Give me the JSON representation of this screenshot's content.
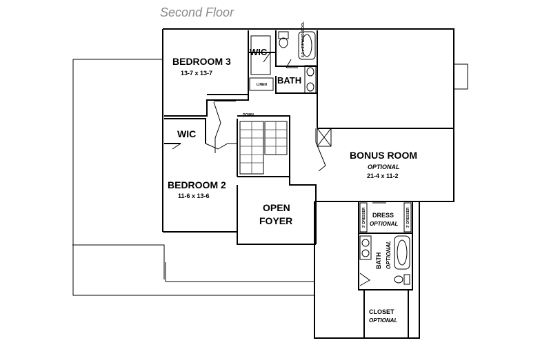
{
  "title": "Second Floor",
  "rooms": {
    "bedroom3": {
      "name": "BEDROOM 3",
      "dims": "13-7 x 13-7"
    },
    "wic_top": {
      "name": "WIC"
    },
    "bath_top": {
      "name": "BATH"
    },
    "linen": {
      "name": "LINEN"
    },
    "tub_label": {
      "name": "5-0 x 2-8 WHIRLPOOL"
    },
    "down": {
      "name": "DOWN"
    },
    "wic_left": {
      "name": "WIC"
    },
    "bedroom2": {
      "name": "BEDROOM 2",
      "dims": "11-6 x 13-6"
    },
    "open_foyer": {
      "line1": "OPEN",
      "line2": "FOYER"
    },
    "bonus_room": {
      "name": "BONUS ROOM",
      "note": "OPTIONAL",
      "dims": "21-4 x 11-2"
    },
    "dress": {
      "name": "DRESS",
      "note": "OPTIONAL"
    },
    "dresser_left": {
      "name": "3' DRESSER"
    },
    "dresser_right": {
      "name": "3' DRESSER"
    },
    "bath_opt": {
      "name": "BATH",
      "note": "OPTIONAL"
    },
    "closet": {
      "name": "CLOSET",
      "note": "OPTIONAL"
    }
  }
}
